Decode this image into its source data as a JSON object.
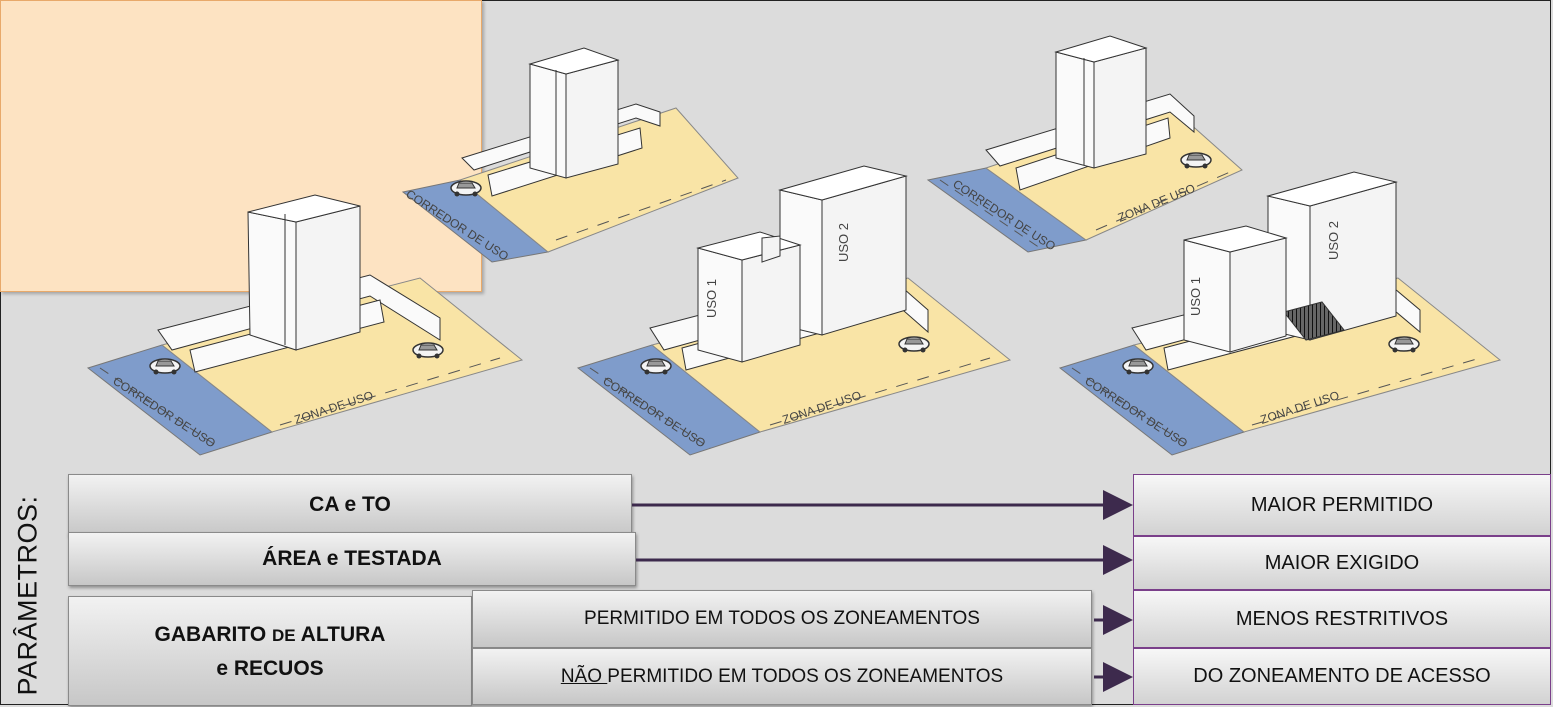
{
  "diagrams": {
    "corredor_label": "CORREDOR DE USO",
    "zona_label": "ZONA DE USO",
    "uso1_label": "USO 1",
    "uso2_label": "USO 2"
  },
  "parametros": {
    "vertical_label": "PARÂMETROS:",
    "rows": [
      {
        "label": "CA e TO",
        "result": "MAIOR PERMITIDO"
      },
      {
        "label": "ÁREA e TESTADA",
        "result": "MAIOR EXIGIDO"
      }
    ],
    "gabarito": {
      "line1_a": "GABARITO ",
      "line1_b": "DE",
      "line1_c": " ALTURA",
      "line2": "e RECUOS",
      "permitido": "PERMITIDO EM TODOS OS ZONEAMENTOS",
      "nao": "NÃO ",
      "nao_permitido": "PERMITIDO EM TODOS OS ZONEAMENTOS",
      "result_permitido": "MENOS RESTRITIVOS",
      "result_nao": "DO ZONEAMENTO DE ACESSO"
    }
  },
  "colors": {
    "lot": "#f9e4a6",
    "corridor": "#7f9ccb",
    "background": "#dcdcdc",
    "arrow": "#3d2a4d",
    "result_border": "#7a3f8a"
  }
}
